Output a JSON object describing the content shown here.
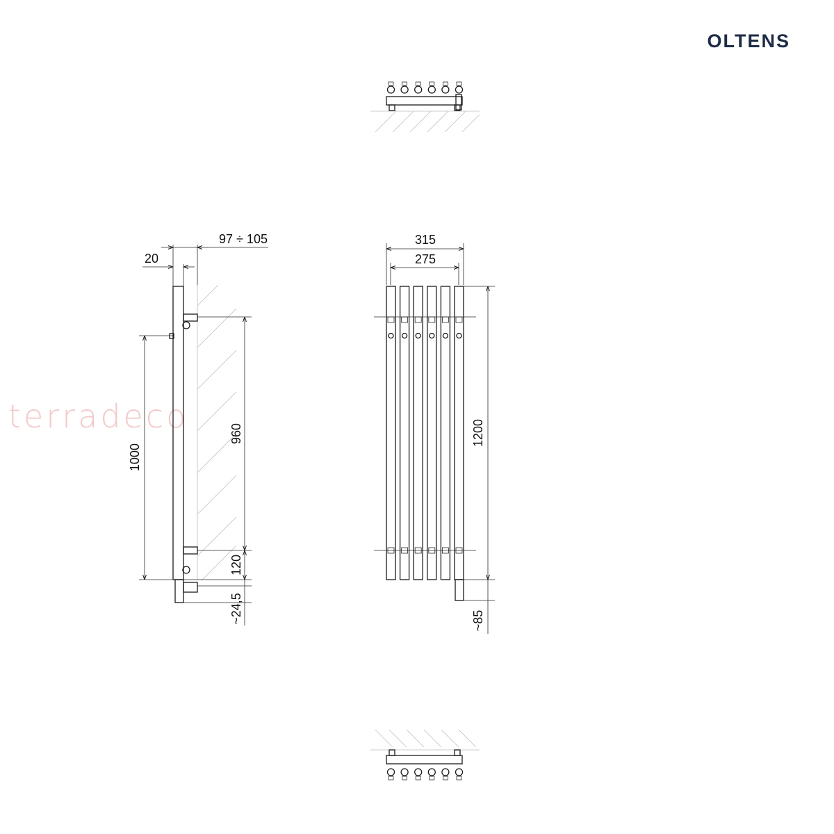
{
  "brand": {
    "logo_text": "OLTENS"
  },
  "watermark": {
    "text": "terradeco"
  },
  "dimensions": {
    "side_total_depth": "97 ÷ 105",
    "side_tube_depth": "20",
    "side_height": "1000",
    "connection_spacing": "960",
    "bottom_connection": "120",
    "side_bottom_offset": "~24,5",
    "front_total_width": "315",
    "front_inner_width": "275",
    "front_height": "1200",
    "front_bottom_offset": "~85"
  },
  "colors": {
    "line": "#1a1a1a",
    "hatch": "#bdbdbd",
    "brand": "#1d2b45",
    "watermark": "#f3c9c9"
  },
  "tube_count": 6
}
